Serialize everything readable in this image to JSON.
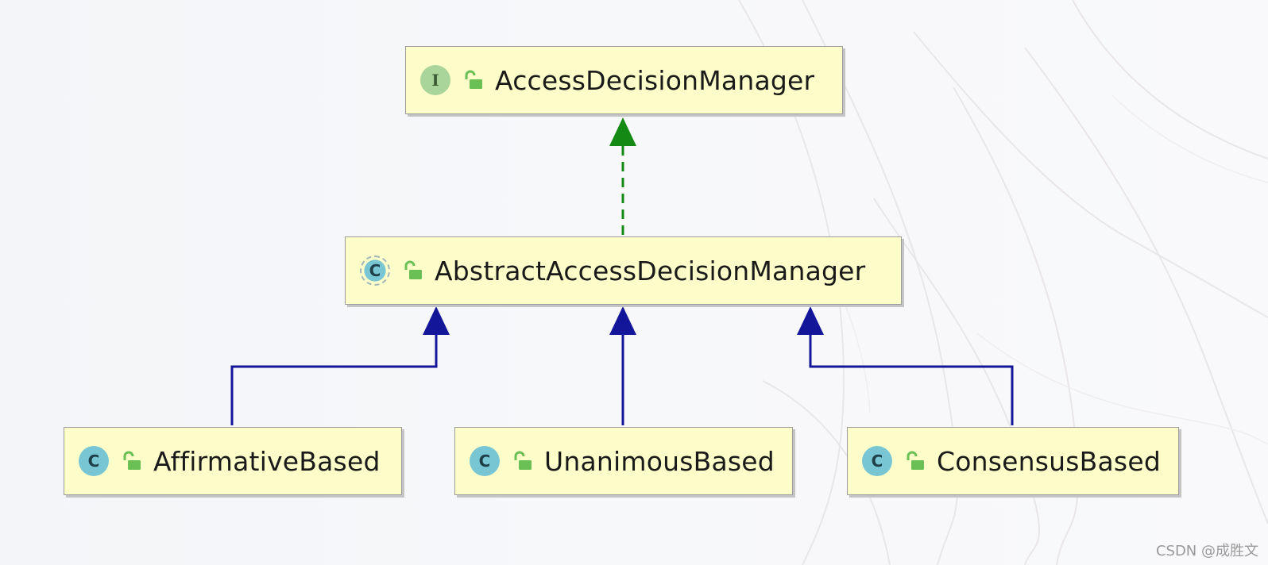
{
  "nodes": [
    {
      "id": "access-decision-manager",
      "kind": "interface",
      "icon_letter": "I",
      "icon": "interface-icon",
      "visibility_icon": "public-lock-icon",
      "label": "AccessDecisionManager"
    },
    {
      "id": "abstract-access-decision-manager",
      "kind": "abstract-class",
      "icon_letter": "C",
      "icon": "abstract-class-icon",
      "visibility_icon": "public-lock-icon",
      "label": "AbstractAccessDecisionManager"
    },
    {
      "id": "affirmative-based",
      "kind": "class",
      "icon_letter": "C",
      "icon": "class-icon",
      "visibility_icon": "public-lock-icon",
      "label": "AffirmativeBased"
    },
    {
      "id": "unanimous-based",
      "kind": "class",
      "icon_letter": "C",
      "icon": "class-icon",
      "visibility_icon": "public-lock-icon",
      "label": "UnanimousBased"
    },
    {
      "id": "consensus-based",
      "kind": "class",
      "icon_letter": "C",
      "icon": "class-icon",
      "visibility_icon": "public-lock-icon",
      "label": "ConsensusBased"
    }
  ],
  "edges": [
    {
      "from": "abstract-access-decision-manager",
      "to": "access-decision-manager",
      "type": "implements",
      "style": "dashed",
      "color": "#148a14"
    },
    {
      "from": "affirmative-based",
      "to": "abstract-access-decision-manager",
      "type": "extends",
      "style": "solid",
      "color": "#14169a"
    },
    {
      "from": "unanimous-based",
      "to": "abstract-access-decision-manager",
      "type": "extends",
      "style": "solid",
      "color": "#14169a"
    },
    {
      "from": "consensus-based",
      "to": "abstract-access-decision-manager",
      "type": "extends",
      "style": "solid",
      "color": "#14169a"
    }
  ],
  "colors": {
    "node_fill": "#fdfdc9",
    "node_border": "#9c9c9c",
    "interface_icon": "#a9d59a",
    "class_icon": "#78c6d4",
    "lock_icon": "#6abf55"
  },
  "watermark": "CSDN @成胜文"
}
